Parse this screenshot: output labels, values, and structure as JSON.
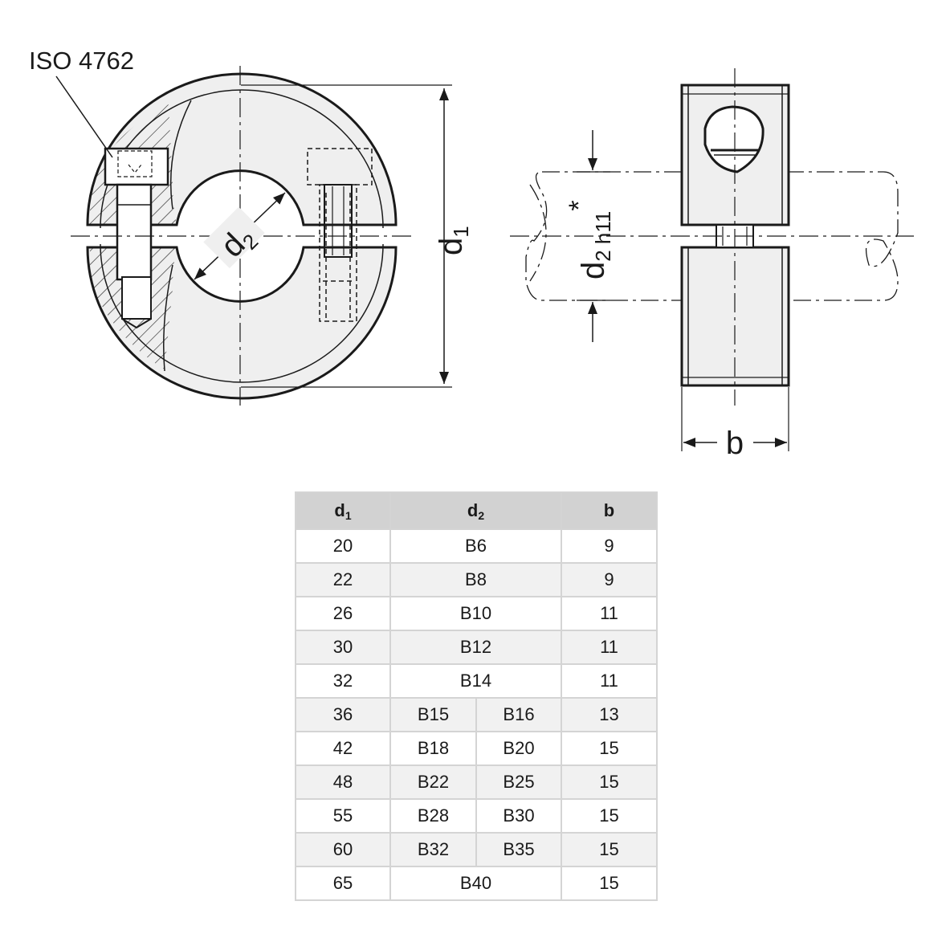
{
  "drawing": {
    "screw_standard": "ISO 4762",
    "front_view": {
      "dim_bore_base": "d",
      "dim_bore_sub": "2",
      "dim_outer_base": "d",
      "dim_outer_sub": "1"
    },
    "side_view": {
      "dim_shaft_base": "d",
      "dim_shaft_sub": "2 h11",
      "dim_shaft_mark": "*",
      "dim_width": "b"
    }
  },
  "table": {
    "headers": {
      "d1_base": "d",
      "d1_sub": "1",
      "d2_base": "d",
      "d2_sub": "2",
      "b": "b"
    },
    "rows": [
      {
        "d1": "20",
        "d2": [
          "B6"
        ],
        "b": "9"
      },
      {
        "d1": "22",
        "d2": [
          "B8"
        ],
        "b": "9"
      },
      {
        "d1": "26",
        "d2": [
          "B10"
        ],
        "b": "11"
      },
      {
        "d1": "30",
        "d2": [
          "B12"
        ],
        "b": "11"
      },
      {
        "d1": "32",
        "d2": [
          "B14"
        ],
        "b": "11"
      },
      {
        "d1": "36",
        "d2": [
          "B15",
          "B16"
        ],
        "b": "13"
      },
      {
        "d1": "42",
        "d2": [
          "B18",
          "B20"
        ],
        "b": "15"
      },
      {
        "d1": "48",
        "d2": [
          "B22",
          "B25"
        ],
        "b": "15"
      },
      {
        "d1": "55",
        "d2": [
          "B28",
          "B30"
        ],
        "b": "15"
      },
      {
        "d1": "60",
        "d2": [
          "B32",
          "B35"
        ],
        "b": "15"
      },
      {
        "d1": "65",
        "d2": [
          "B40"
        ],
        "b": "15"
      }
    ]
  },
  "colors": {
    "line": "#1a1a1a",
    "face": "#efefef",
    "header_bg": "#d2d2d2",
    "row_alt_bg": "#f1f1f1",
    "grid": "#d4d4d4"
  }
}
